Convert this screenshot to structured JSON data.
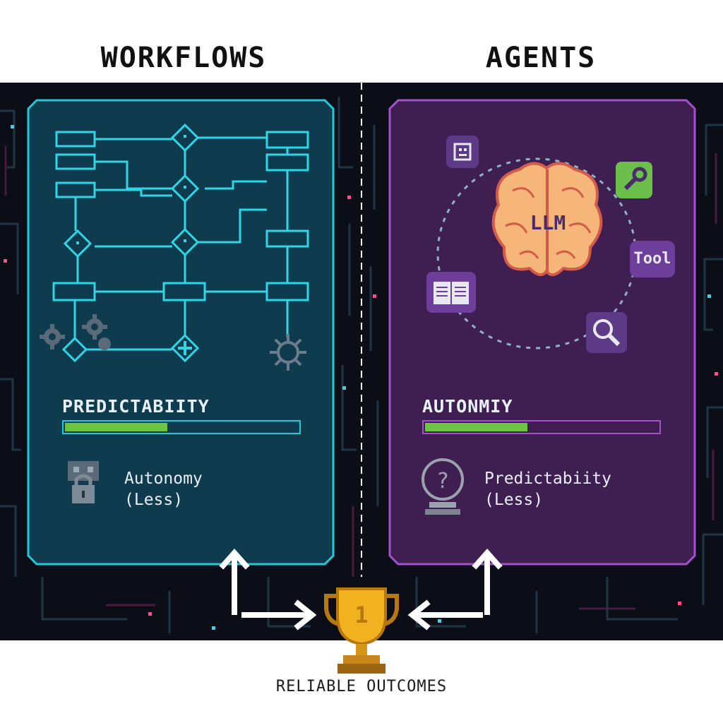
{
  "left": {
    "title": "WORKFLOWS",
    "meter_label": "PREDICTABIITY",
    "meter_value": 0.44,
    "sub_line1": "Autonomy",
    "sub_line2": "(Less)",
    "accent": "#22c9d9"
  },
  "right": {
    "title": "AGENTS",
    "meter_label": "AUTONMIY",
    "meter_value": 0.44,
    "sub_line1": "Predictabiity",
    "sub_line2": "(Less)",
    "accent": "#a64fcf",
    "brain_label": "LLM",
    "tool_label": "Tool"
  },
  "footer": {
    "label": "RELIABLE OUTCOMES",
    "trophy_number": "1"
  },
  "icons": {
    "gear": "gear-icon",
    "locked_robot": "locked-robot-icon",
    "brain": "brain-icon",
    "wrench": "wrench-icon",
    "book": "book-icon",
    "search": "magnifier-icon",
    "crystal_ball": "crystal-ball-icon",
    "trophy": "trophy-icon"
  },
  "colors": {
    "board": "#0b0d17",
    "meter_fill": "#6cc644",
    "trophy": "#f2b11e"
  }
}
